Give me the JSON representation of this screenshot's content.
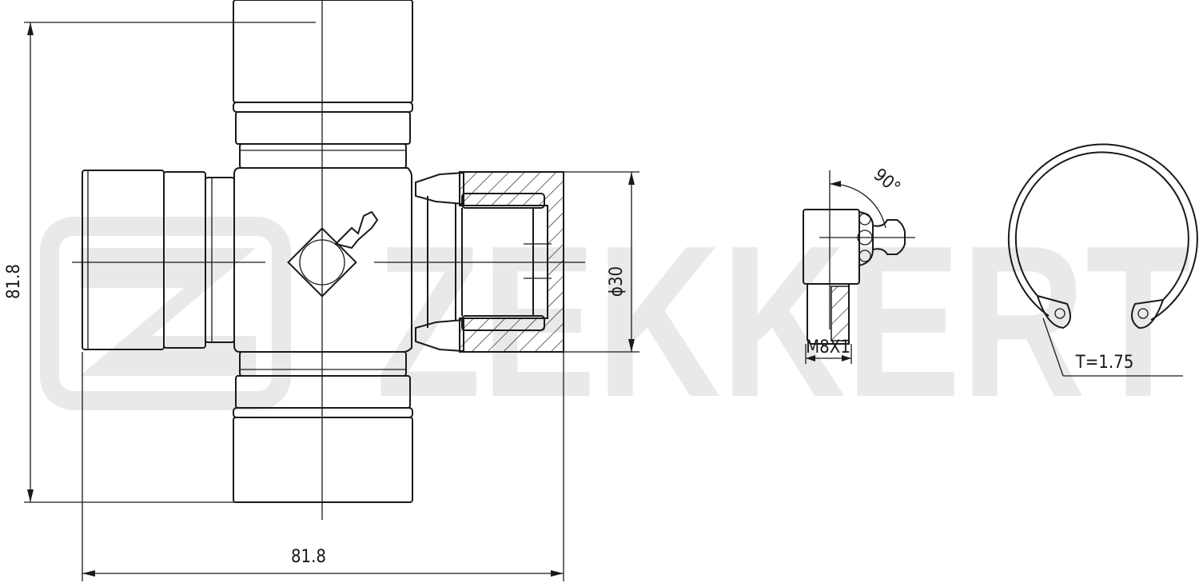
{
  "watermark": {
    "brand": "ZEKKERT",
    "color": "#e9e9e9"
  },
  "dimensions": {
    "height": "81.8",
    "width": "81.8",
    "cup_diameter": "ϕ30",
    "fitting_thread": "M8X1",
    "fitting_angle": "90°",
    "circlip_thickness": "T=1.75"
  },
  "line_color": "#1a1a1a"
}
